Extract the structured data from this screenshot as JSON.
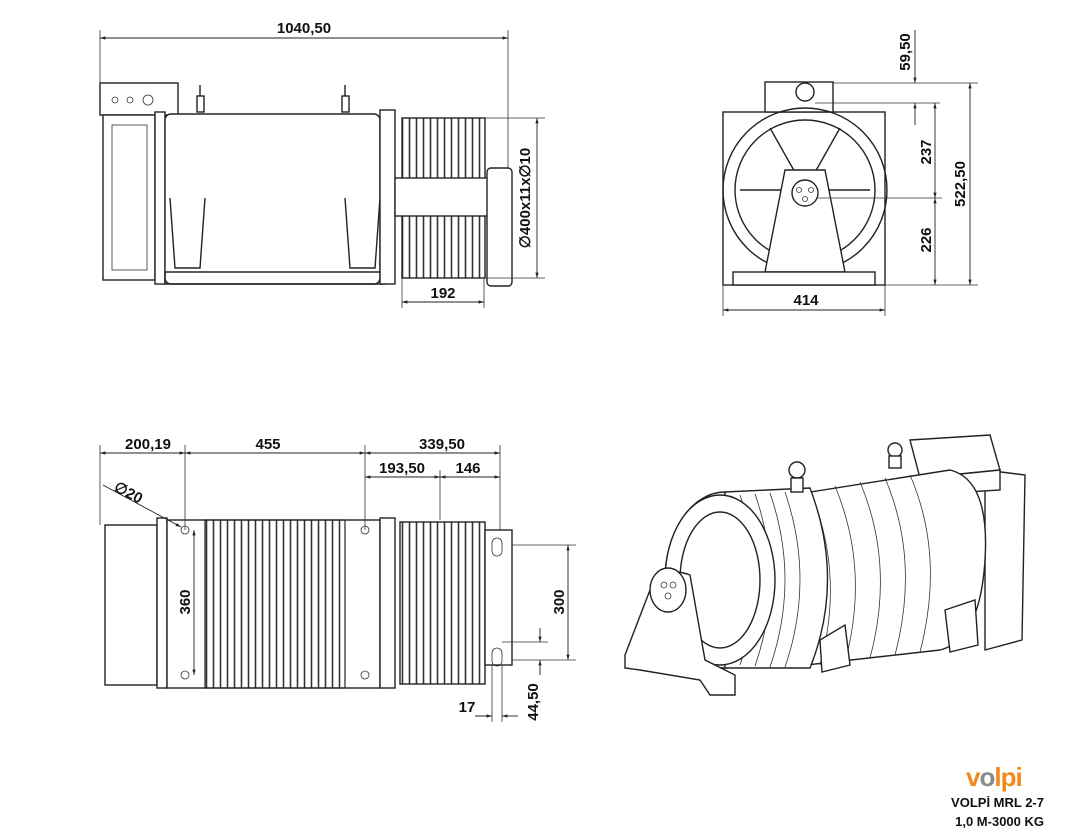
{
  "logo": {
    "text": "volpi",
    "brand_color": "#f08a1c",
    "accent_color": "#8a8a8a"
  },
  "title": {
    "line1": "VOLPİ MRL 2-7",
    "line2": "1,0 M-3000 KG"
  },
  "side_view": {
    "overall_length": "1040,50",
    "drum_spec": "∅400x11x∅10",
    "drum_width": "192"
  },
  "front_view": {
    "width": "414",
    "height": "522,50",
    "eye_offset": "59,50",
    "upper_height": "237",
    "lower_height": "226"
  },
  "top_view": {
    "dim_a": "200,19",
    "dim_b": "455",
    "dim_c": "339,50",
    "dim_d": "193,50",
    "dim_e": "146",
    "hole": "∅20",
    "hole_spacing": "360",
    "bracket_spacing": "300",
    "offset_17": "17",
    "offset_44": "44,50"
  }
}
